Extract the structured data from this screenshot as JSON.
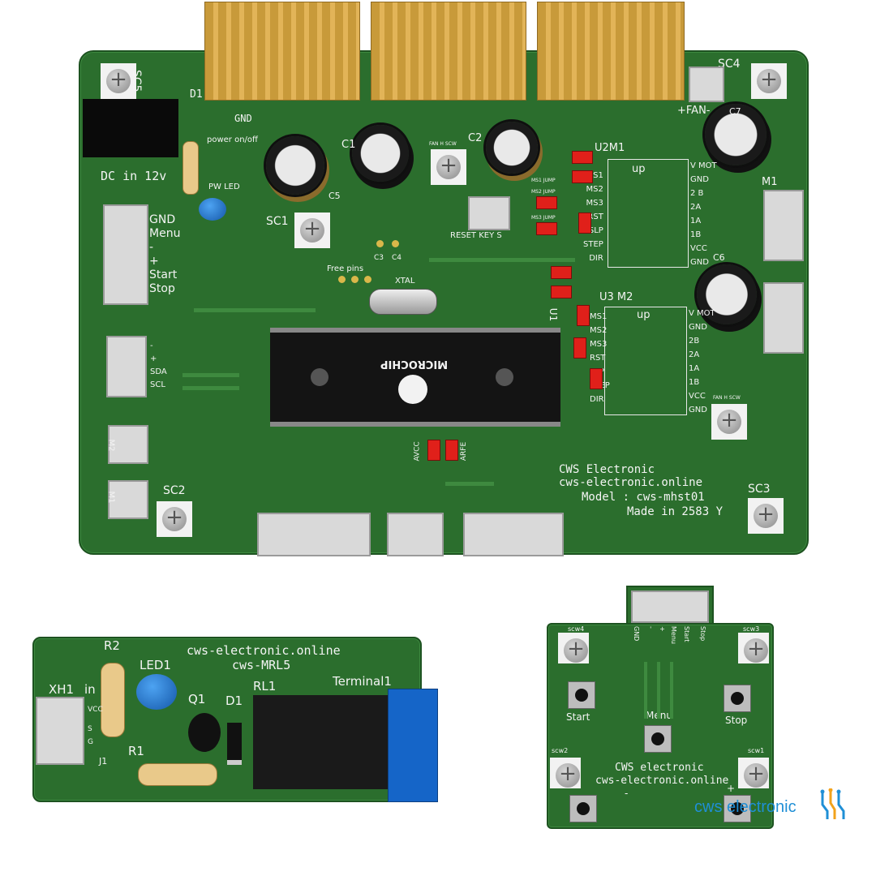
{
  "main_board": {
    "dc_in": "DC in 12v",
    "d1": "D1",
    "gnd": "GND",
    "power_switch": "power on/off",
    "pw_led": "PW LED",
    "menu_connector_pins": [
      "GND",
      "Menu",
      "-",
      "+",
      "Start",
      "Stop"
    ],
    "i2c_pins": [
      "-",
      "+",
      "SDA",
      "SCL"
    ],
    "sc1": "SC1",
    "sc2": "SC2",
    "sc3": "SC3",
    "sc4": "SC4",
    "sc5": "SC5",
    "fan": "+FAN-",
    "c1": "C1",
    "c2": "C2",
    "c3": "C3",
    "c4": "C4",
    "c5": "C5",
    "c6": "C6",
    "c7": "C7",
    "fan_h_scw": "FAN H SCW",
    "reset_key": "RESET KEY S",
    "free_pins": "Free pins",
    "xtal": "XTAL",
    "chip_brand": "MICROCHIP",
    "u1": "U1",
    "avcc": "AVCC",
    "arfe": "ARFE",
    "m1": "M1",
    "m2": "M2",
    "u2m1": "U2M1",
    "u3m2": "U3 M2",
    "up": "up",
    "jumpers": [
      "MS1 JUMP",
      "MS2 JUMP",
      "MS3 JUMP"
    ],
    "driver_left_pins": [
      "MS1",
      "MS2",
      "MS3",
      "RST",
      "SLP",
      "STEP",
      "DIR"
    ],
    "driver_right_pins": [
      "V MOT",
      "GND",
      "2 B",
      "2A",
      "1A",
      "1B",
      "VCC",
      "GND"
    ],
    "driver2_left_pins": [
      "MS1",
      "MS2",
      "MS3",
      "RST",
      "SLP",
      "STEP",
      "DIR"
    ],
    "driver2_right_pins": [
      "V MOT",
      "GND",
      "2B",
      "2A",
      "1A",
      "1B",
      "VCC",
      "GND"
    ],
    "brand": "CWS Electronic",
    "website": "cws-electronic.online",
    "model": "Model : cws-mhst01",
    "made_in": "Made in 2583 Y"
  },
  "relay_board": {
    "website": "cws-electronic.online",
    "model": "cws-MRL5",
    "r2": "R2",
    "led1": "LED1",
    "xh1": "XH1",
    "in": "in",
    "pins": [
      "VCC",
      "S",
      "G"
    ],
    "r1": "R1",
    "q1": "Q1",
    "d1": "D1",
    "rl1": "RL1",
    "terminal": "Terminal1",
    "j1": "J1"
  },
  "button_board": {
    "connector_pins": [
      "GND",
      "-",
      "+",
      "Menu",
      "Start",
      "Stop"
    ],
    "scw1": "scw1",
    "scw2": "scw2",
    "scw3": "scw3",
    "scw4": "scw4",
    "start": "Start",
    "stop": "Stop",
    "menu": "Menu",
    "minus": "-",
    "plus": "+",
    "brand": "CWS electronic",
    "website": "cws-electronic.online"
  },
  "logo": {
    "text": "cws electronic",
    "color": "#1f8fd6"
  }
}
